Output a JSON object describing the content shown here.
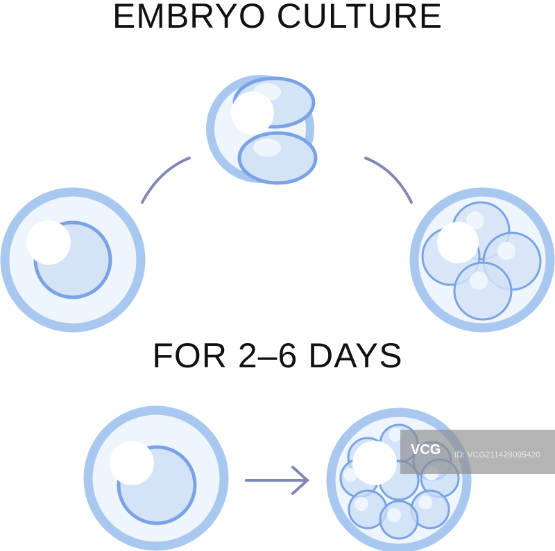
{
  "title": "EMBRYO CULTURE",
  "subtitle": "FOR 2–6 DAYS",
  "watermark": {
    "logo": "VCG",
    "id": "ID: VCG211428095420"
  },
  "colors": {
    "ring": "#a9c8f0",
    "inner": "#eef5fd",
    "cell_fill": "#d4e3f6",
    "cell_stroke": "#7aa3e5",
    "connector": "#7f86b8"
  }
}
